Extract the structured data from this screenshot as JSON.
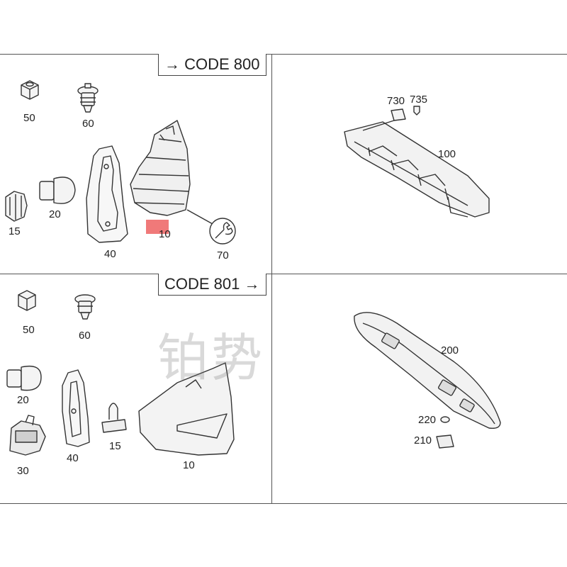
{
  "panels": {
    "top_left": {
      "code_label": "CODE 800",
      "arrow": "→",
      "labels": [
        "50",
        "60",
        "15",
        "20",
        "40",
        "10",
        "70"
      ]
    },
    "top_right": {
      "labels": [
        "730",
        "735",
        "100"
      ]
    },
    "bottom_left": {
      "code_label": "CODE 801",
      "arrow": "→",
      "labels": [
        "50",
        "60",
        "20",
        "30",
        "40",
        "15",
        "10"
      ]
    },
    "bottom_right": {
      "labels": [
        "200",
        "220",
        "210"
      ]
    }
  },
  "watermark": "铂势",
  "colors": {
    "highlight": "#ee6a6a",
    "line": "#444444"
  }
}
